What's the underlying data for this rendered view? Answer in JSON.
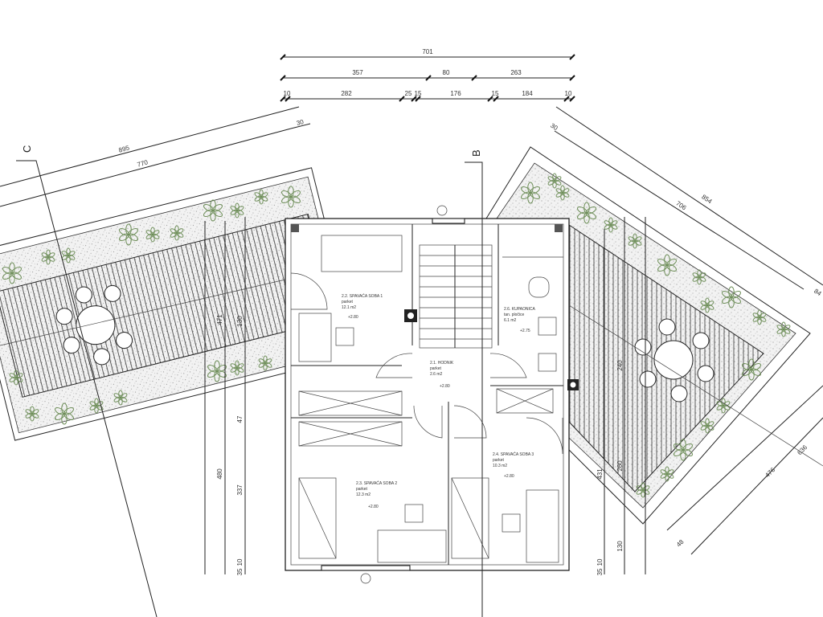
{
  "top_dimensions": {
    "overall": "701",
    "row2": [
      "357",
      "80",
      "263"
    ],
    "row3": [
      "10",
      "282",
      "25",
      "15",
      "176",
      "15",
      "184",
      "10"
    ]
  },
  "left_terrace_dimensions": {
    "outer": "895",
    "inner": "770",
    "offset": "30"
  },
  "right_terrace_dimensions": {
    "outer": "854",
    "inner": "706",
    "offset": "30",
    "edge": "84"
  },
  "left_vertical_dimensions": [
    "480",
    "337",
    "47",
    "10",
    "35",
    "471",
    "130"
  ],
  "right_vertical_dimensions": [
    "431",
    "130",
    "240",
    "260",
    "10",
    "35",
    "476",
    "636",
    "48"
  ],
  "section_markers": {
    "c": "C",
    "b": "B"
  },
  "rooms": [
    {
      "name": "2.2. SPAVAĆA SOBA 1",
      "floor": "parket",
      "area": "12.1 m2",
      "level": "+2.80"
    },
    {
      "name": "2.1. HODNIK",
      "floor": "parket",
      "area": "2.6 m2",
      "level": "+2.80"
    },
    {
      "name": "2.6. KUPAONICA",
      "floor": "tan. pločice",
      "area": "6.1 m2",
      "level": "+2.75"
    },
    {
      "name": "2.3. SPAVAĆA SOBA 2",
      "floor": "parket",
      "area": "12.3 m2",
      "level": "+2.80"
    },
    {
      "name": "2.4. SPAVAĆA SOBA 3",
      "floor": "parket",
      "area": "10.3 m2",
      "level": "+2.80"
    }
  ],
  "colors": {
    "line": "#222222",
    "plant": "#6f8f5a",
    "gravel": "#bbbbbb"
  }
}
